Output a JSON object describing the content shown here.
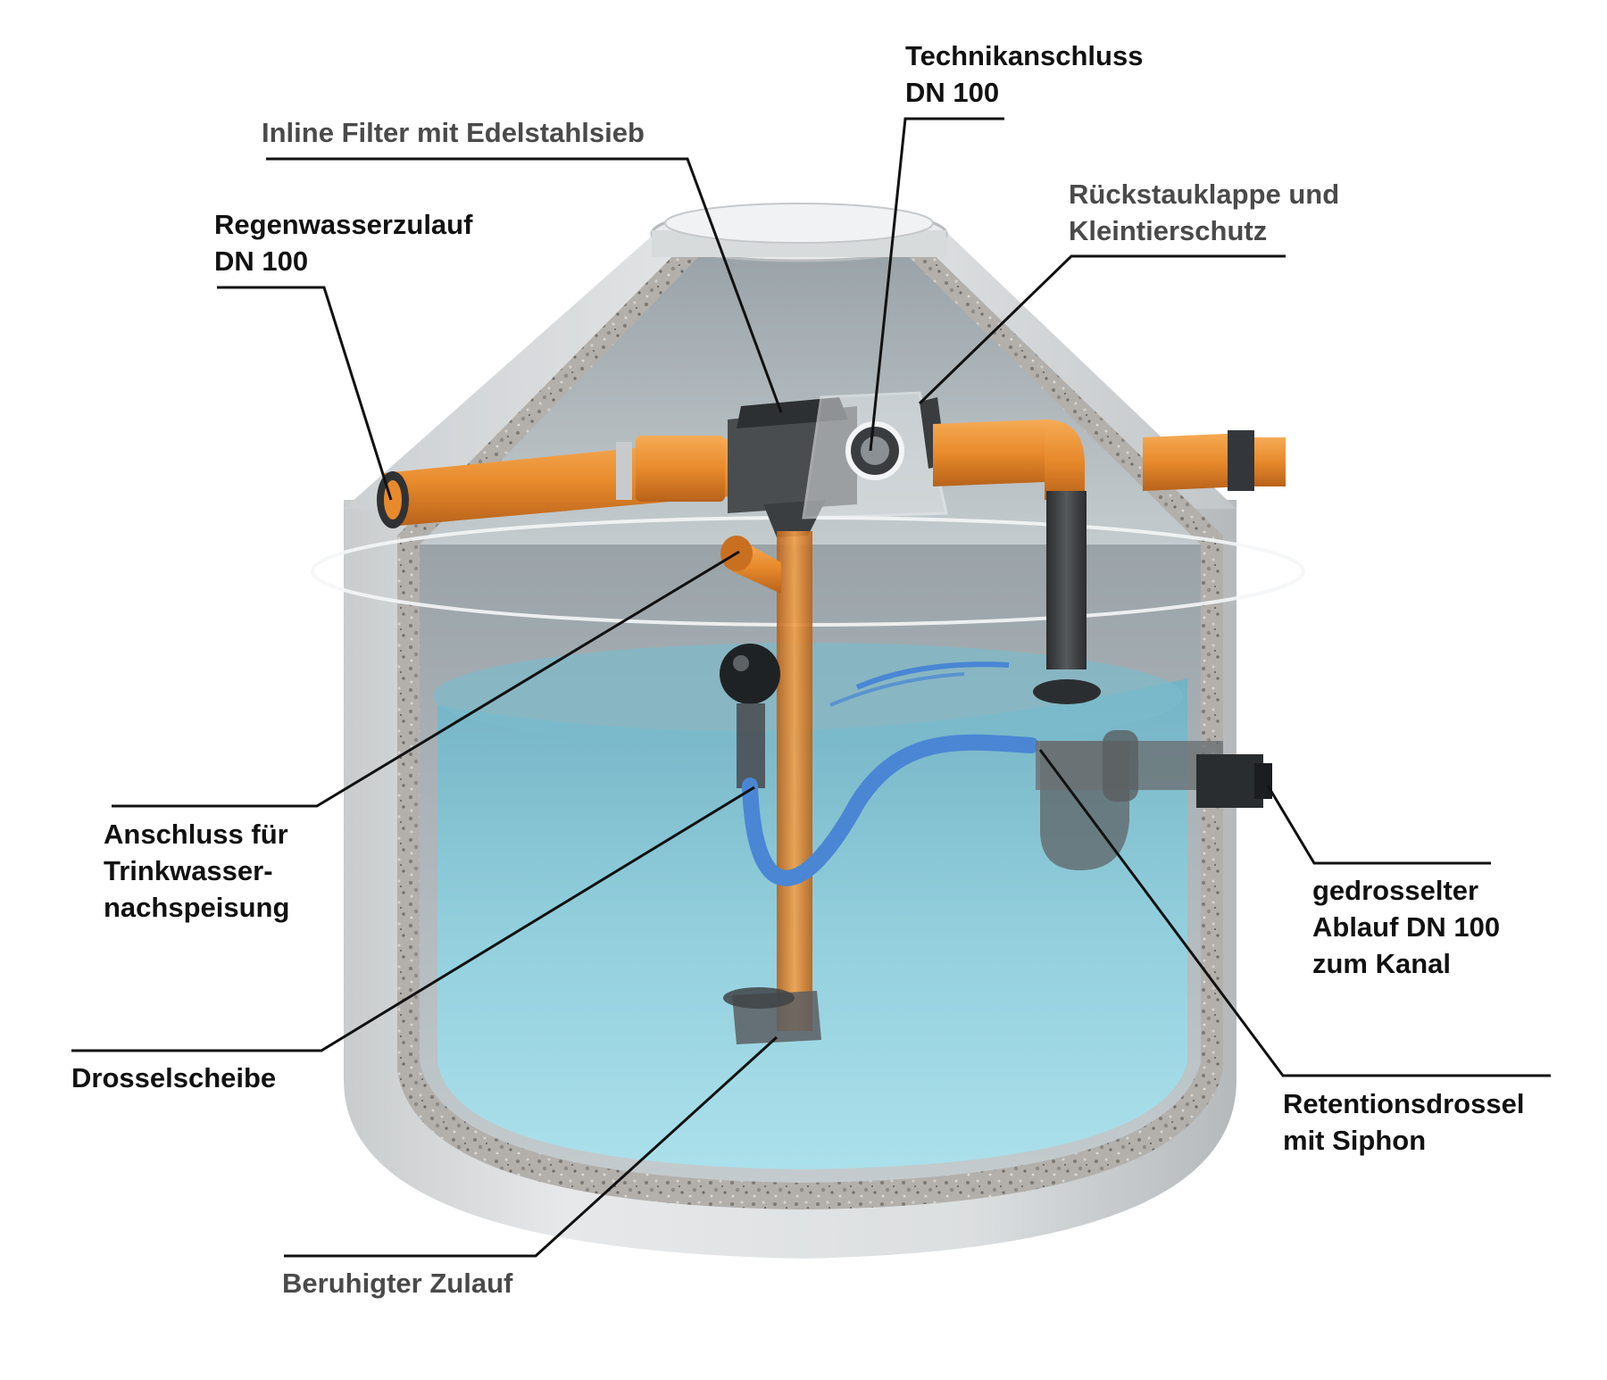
{
  "colors": {
    "concrete": "#d9dcdd",
    "concrete_shade": "#b9bdbf",
    "aggregate": "#a9a6a3",
    "water": "#8fd0df",
    "water_deep": "#5fa9bf",
    "pipe_orange": "#e88a2c",
    "pipe_dark": "#3a3d40",
    "hose_blue": "#4a86d4",
    "label_black": "#111111",
    "label_grey": "#4a4a4a"
  },
  "labels": {
    "technikanschluss": {
      "lines": [
        "Technikanschluss",
        "DN 100"
      ]
    },
    "inline_filter": {
      "lines": [
        "Inline Filter mit Edelstahlsieb"
      ]
    },
    "rueckstauklappe": {
      "lines": [
        "Rückstauklappe und",
        "Kleintierschutz"
      ]
    },
    "regenwasserzulauf": {
      "lines": [
        "Regenwasserzulauf",
        "DN 100"
      ]
    },
    "anschluss_trinkwasser": {
      "lines": [
        "Anschluss für",
        "Trinkwasser-",
        "nachspeisung"
      ]
    },
    "gedrosselter_ablauf": {
      "lines": [
        "gedrosselter",
        "Ablauf DN 100",
        "zum Kanal"
      ]
    },
    "drosselscheibe": {
      "lines": [
        "Drosselscheibe"
      ]
    },
    "retentionsdrossel": {
      "lines": [
        "Retentionsdrossel",
        "mit Siphon"
      ]
    },
    "beruhigter_zulauf": {
      "lines": [
        "Beruhigter Zulauf"
      ]
    }
  }
}
